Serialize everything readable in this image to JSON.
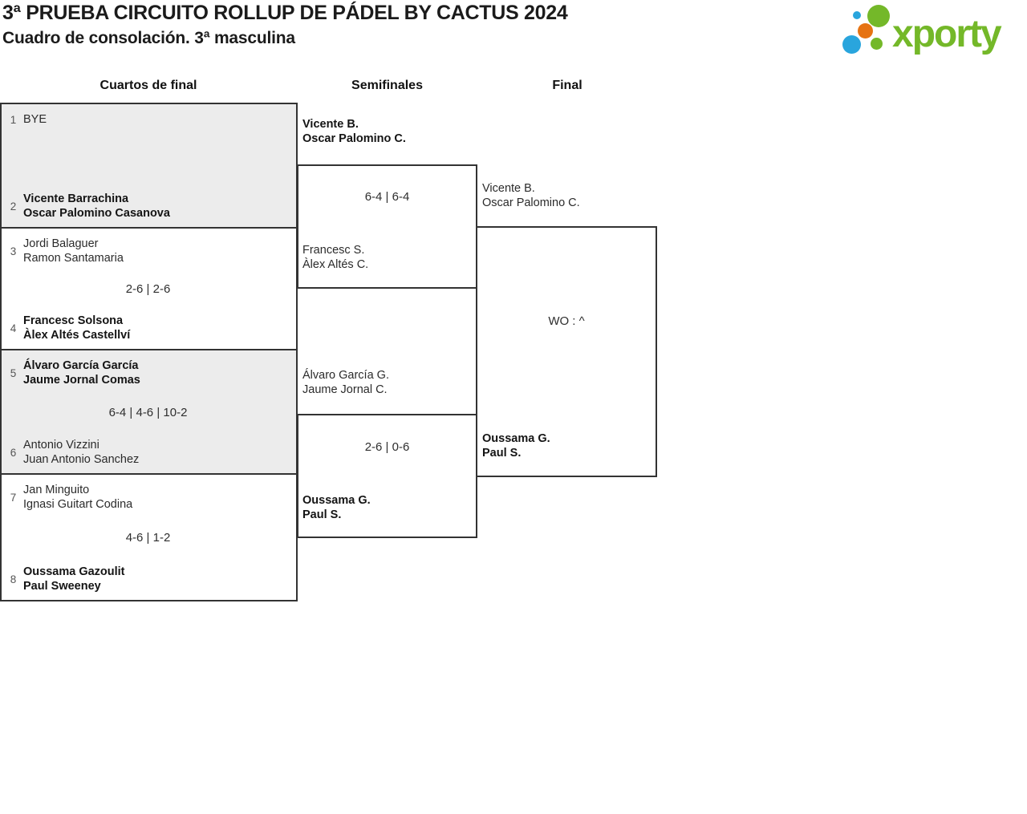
{
  "header": {
    "title": "3ª PRUEBA CIRCUITO ROLLUP DE PÁDEL BY CACTUS 2024",
    "subtitle": "Cuadro de consolación. 3ª masculina"
  },
  "logo": {
    "text": "xporty",
    "colors": {
      "green": "#74b829",
      "blue": "#29a5dd",
      "orange": "#e67312"
    }
  },
  "bracket": {
    "columns": [
      "Cuartos de final",
      "Semifinales",
      "Final"
    ],
    "quarterfinals": [
      {
        "score": "",
        "teams": [
          {
            "seed": "1",
            "players": [
              "BYE"
            ],
            "winner": false
          },
          {
            "seed": "2",
            "players": [
              "Vicente Barrachina",
              "Oscar Palomino Casanova"
            ],
            "winner": true
          }
        ]
      },
      {
        "score": "2-6 | 2-6",
        "teams": [
          {
            "seed": "3",
            "players": [
              "Jordi Balaguer",
              "Ramon Santamaria"
            ],
            "winner": false
          },
          {
            "seed": "4",
            "players": [
              "Francesc Solsona",
              "Àlex Altés Castellví"
            ],
            "winner": true
          }
        ]
      },
      {
        "score": "6-4 | 4-6 | 10-2",
        "teams": [
          {
            "seed": "5",
            "players": [
              "Álvaro García García",
              "Jaume Jornal Comas"
            ],
            "winner": true
          },
          {
            "seed": "6",
            "players": [
              "Antonio Vizzini",
              "Juan Antonio Sanchez"
            ],
            "winner": false
          }
        ]
      },
      {
        "score": "4-6 | 1-2",
        "teams": [
          {
            "seed": "7",
            "players": [
              "Jan Minguito",
              "Ignasi Guitart Codina"
            ],
            "winner": false
          },
          {
            "seed": "8",
            "players": [
              "Oussama Gazoulit",
              "Paul Sweeney"
            ],
            "winner": true
          }
        ]
      }
    ],
    "semifinals": [
      {
        "score": "6-4 | 6-4",
        "teams": [
          {
            "players": [
              "Vicente B.",
              "Oscar Palomino C."
            ],
            "winner": true
          },
          {
            "players": [
              "Francesc S.",
              "Àlex Altés C."
            ],
            "winner": false
          }
        ]
      },
      {
        "score": "2-6 | 0-6",
        "teams": [
          {
            "players": [
              "Álvaro García G.",
              "Jaume Jornal C."
            ],
            "winner": false
          },
          {
            "players": [
              "Oussama G.",
              "Paul S."
            ],
            "winner": true
          }
        ]
      }
    ],
    "final": {
      "score": "WO : ^",
      "teams": [
        {
          "players": [
            "Vicente B.",
            "Oscar Palomino C."
          ],
          "winner": false
        },
        {
          "players": [
            "Oussama G.",
            "Paul S."
          ],
          "winner": true
        }
      ]
    }
  }
}
